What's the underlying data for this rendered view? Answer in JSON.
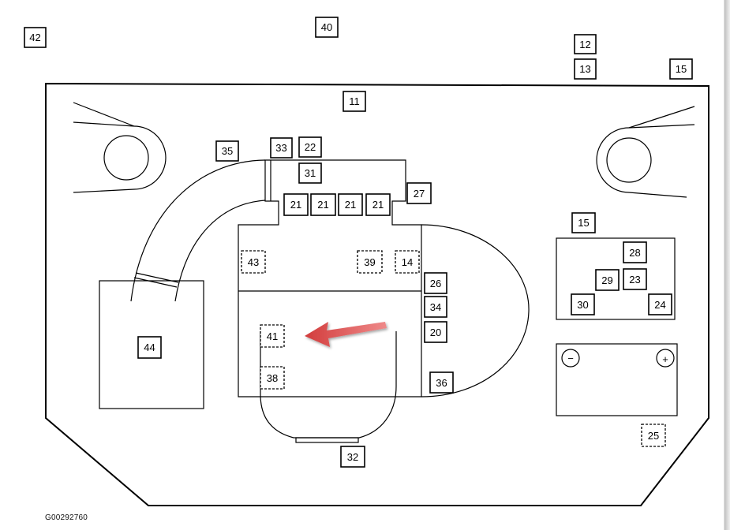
{
  "caption": "G00292760",
  "diagram": {
    "labels": {
      "fuse_42": "42",
      "fuse_40": "40",
      "fuse_12": "12",
      "fuse_13": "13",
      "fuse_15_top": "15",
      "fuse_11": "11",
      "fuse_35": "35",
      "fuse_33": "33",
      "fuse_22": "22",
      "fuse_31": "31",
      "fuse_27": "27",
      "fuse_21_a": "21",
      "fuse_21_b": "21",
      "fuse_21_c": "21",
      "fuse_21_d": "21",
      "fuse_43": "43",
      "fuse_39": "39",
      "fuse_14": "14",
      "fuse_26": "26",
      "fuse_34": "34",
      "fuse_20": "20",
      "fuse_41": "41",
      "fuse_38": "38",
      "fuse_36": "36",
      "fuse_32": "32",
      "fuse_44": "44",
      "fuse_15_mid": "15",
      "fuse_28": "28",
      "fuse_29": "29",
      "fuse_23": "23",
      "fuse_30": "30",
      "fuse_24": "24",
      "fuse_25": "25"
    },
    "battery": {
      "negative_symbol": "−",
      "positive_symbol": "+"
    },
    "arrow_color": "#e05050"
  }
}
